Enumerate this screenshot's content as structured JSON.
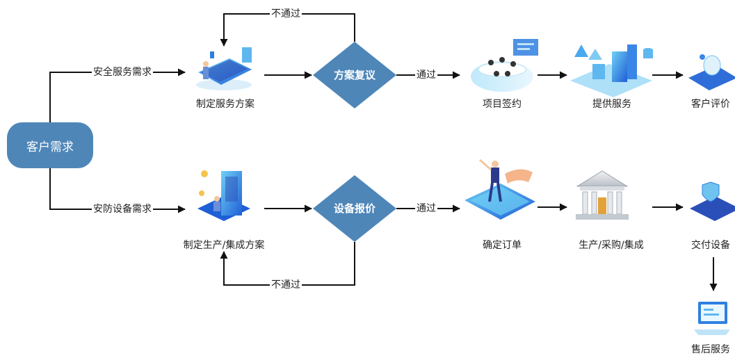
{
  "start": {
    "label": "客户需求"
  },
  "top_row": {
    "entry_label": "安全服务需求",
    "step1": "制定服务方案",
    "decision": "方案复议",
    "pass_label": "通过",
    "reject_label": "不通过",
    "step2": "项目签约",
    "step3": "提供服务",
    "step4": "客户评价"
  },
  "bottom_row": {
    "entry_label": "安防设备需求",
    "step1": "制定生产/集成方案",
    "decision": "设备报价",
    "pass_label": "通过",
    "reject_label": "不通过",
    "step2": "确定订单",
    "step3": "生产/采购/集成",
    "step4": "交付设备",
    "step5": "售后服务"
  },
  "colors": {
    "node": "#4f86b8",
    "line": "#111111",
    "illustration_blue": "#2f7fe0",
    "illustration_light": "#bfe3f7"
  }
}
